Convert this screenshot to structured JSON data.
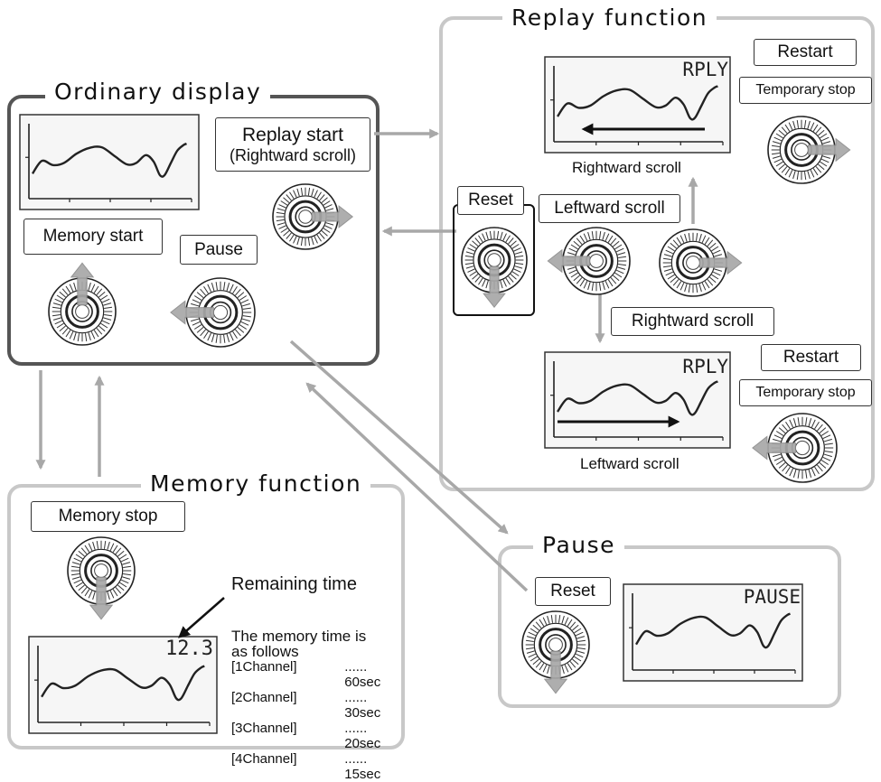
{
  "sections": {
    "ordinary": "Ordinary display",
    "replay": "Replay function",
    "memory": "Memory function",
    "pause": "Pause"
  },
  "ordinary": {
    "replay_start_line1": "Replay start",
    "replay_start_line2": "(Rightward scroll)",
    "memory_start": "Memory start",
    "pause": "Pause"
  },
  "replay": {
    "reset": "Reset",
    "restart_top": "Restart",
    "temp_stop_top": "Temporary stop",
    "screen_top_text": "RPLY",
    "caption_top": "Rightward scroll",
    "leftward_scroll": "Leftward scroll",
    "rightward_scroll": "Rightward scroll",
    "restart_bottom": "Restart",
    "temp_stop_bottom": "Temporary stop",
    "screen_bottom_text": "RPLY",
    "caption_bottom": "Leftward scroll"
  },
  "memory": {
    "memory_stop": "Memory stop",
    "remaining_time": "Remaining time",
    "screen_value": "12.3",
    "info_line1": "The memory time is",
    "info_line2": "as follows",
    "channels": [
      {
        "label": "[1Channel]",
        "time": "...... 60sec"
      },
      {
        "label": "[2Channel]",
        "time": "...... 30sec"
      },
      {
        "label": "[3Channel]",
        "time": "...... 20sec"
      },
      {
        "label": "[4Channel]",
        "time": "...... 15sec"
      }
    ]
  },
  "pause": {
    "reset": "Reset",
    "screen_text": "PAUSE"
  },
  "colors": {
    "arrow_gray": "#a8a8a8",
    "panel_dark_border": "#555555",
    "panel_light_border": "#c8c8c8",
    "lcd_background": "#f6f6f6"
  }
}
